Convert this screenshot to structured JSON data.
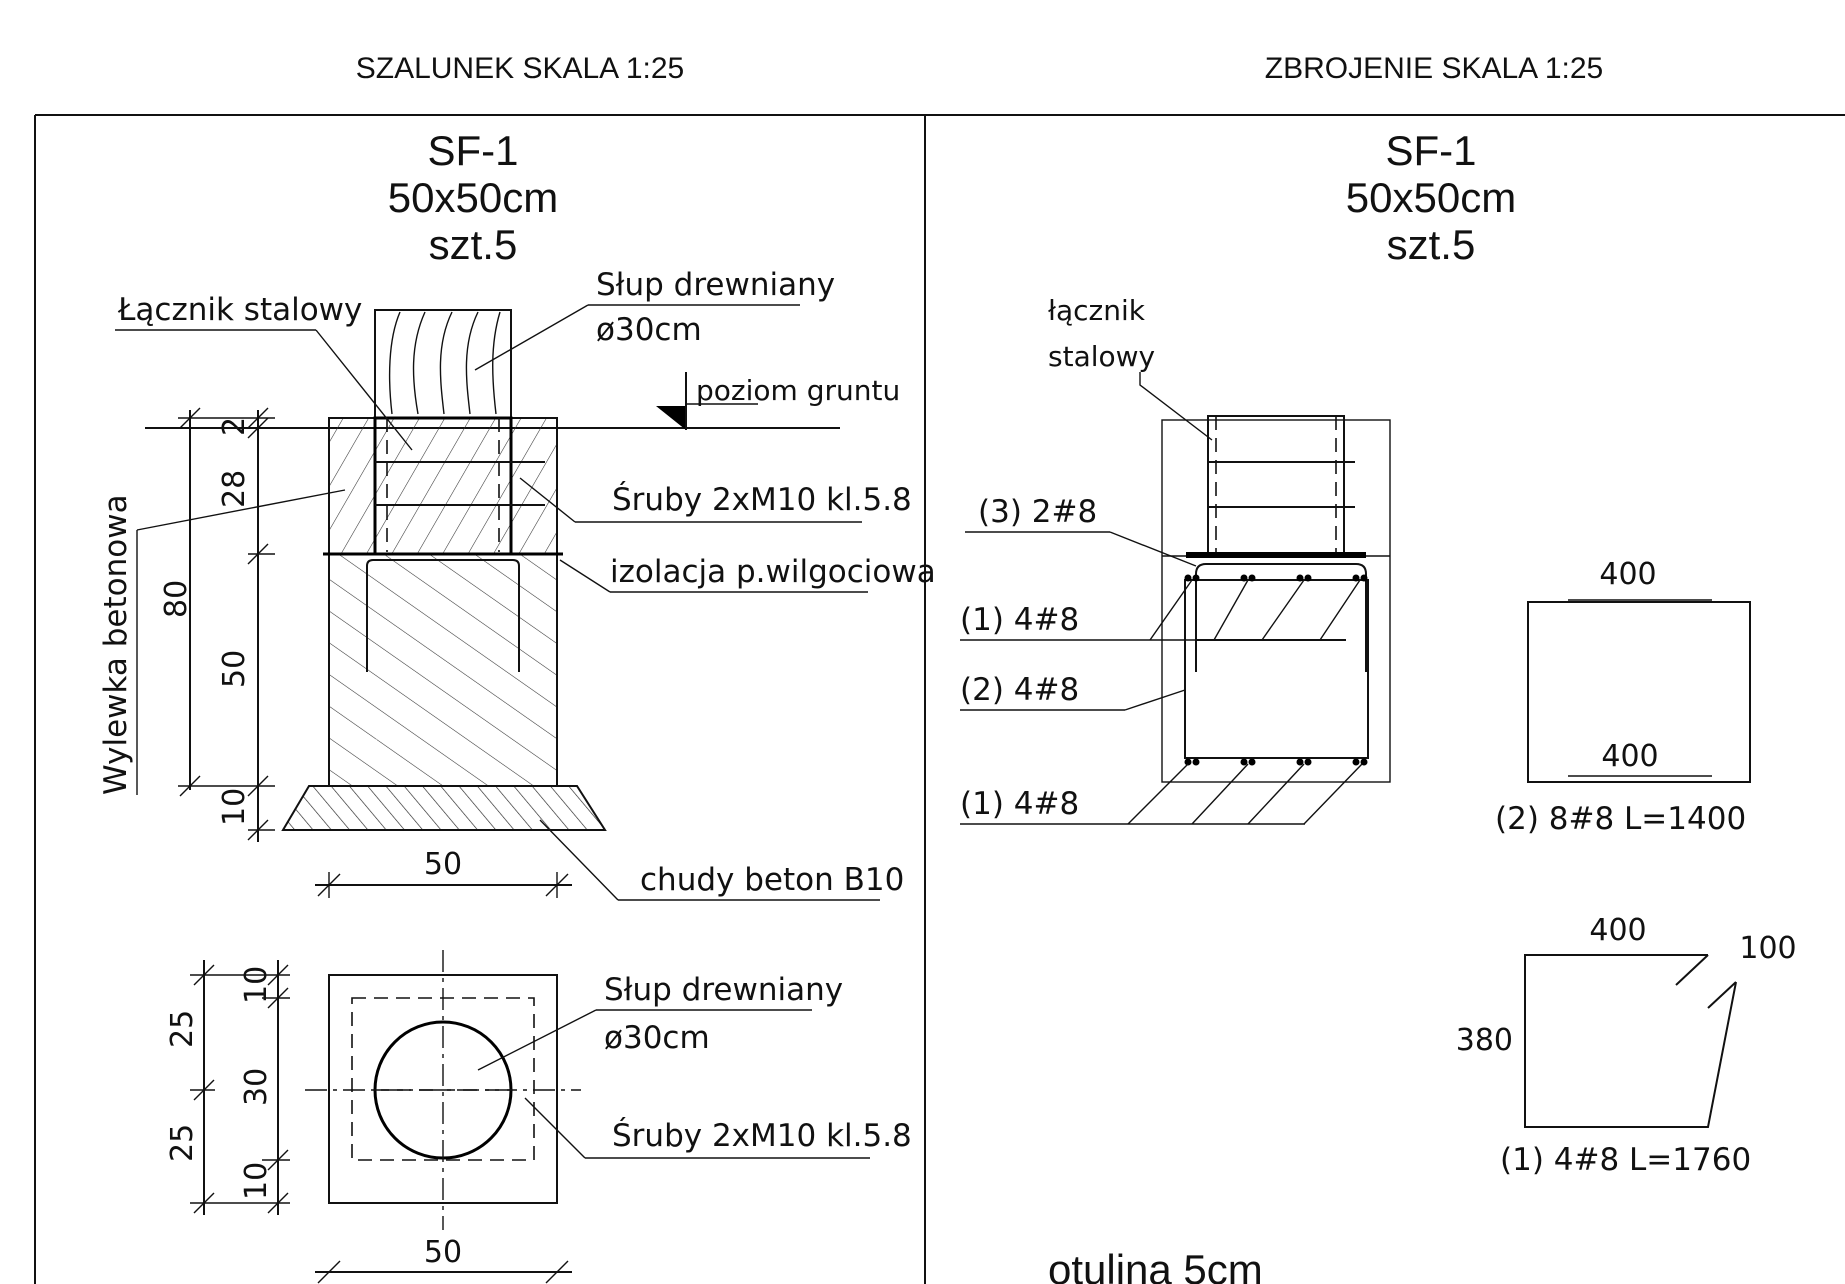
{
  "headers": {
    "left": "SZALUNEK   SKALA 1:25",
    "right": "ZBROJENIE   SKALA 1:25"
  },
  "left_panel": {
    "title": [
      "SF-1",
      "50x50cm",
      "szt.5"
    ],
    "labels": {
      "connector": "Łącznik stalowy",
      "post": "Słup drewniany",
      "post_dia": "ø30cm",
      "ground": "poziom gruntu",
      "bolts": "Śruby 2xM10 kl.5.8",
      "insulation": "izolacja p.wilgociowa",
      "concrete": "Wylewka betonowa",
      "lean": "chudy beton B10"
    },
    "dims_vertical": [
      "2",
      "28",
      "80",
      "50",
      "10"
    ],
    "dim_width": "50",
    "plan_labels": {
      "post": "Słup drewniany",
      "post_dia": "ø30cm",
      "bolts": "Śruby 2xM10 kl.5.8"
    },
    "plan_dims_outer": [
      "25",
      "25"
    ],
    "plan_dims_inner": [
      "10",
      "30",
      "10"
    ],
    "plan_dim_width": "50"
  },
  "right_panel": {
    "title": [
      "SF-1",
      "50x50cm",
      "szt.5"
    ],
    "connector": [
      "łącznik",
      "stalowy"
    ],
    "bars": [
      "(3)  2#8",
      "(1)  4#8",
      "(2)  4#8",
      "(1)  4#8"
    ],
    "shape2": {
      "top": "400",
      "bottom": "400",
      "caption": "(2)  8#8  L=1400"
    },
    "shape1": {
      "top": "400",
      "hook": "100",
      "side": "380",
      "caption": "(1)  4#8  L=1760"
    },
    "cover": "otulina 5cm"
  }
}
